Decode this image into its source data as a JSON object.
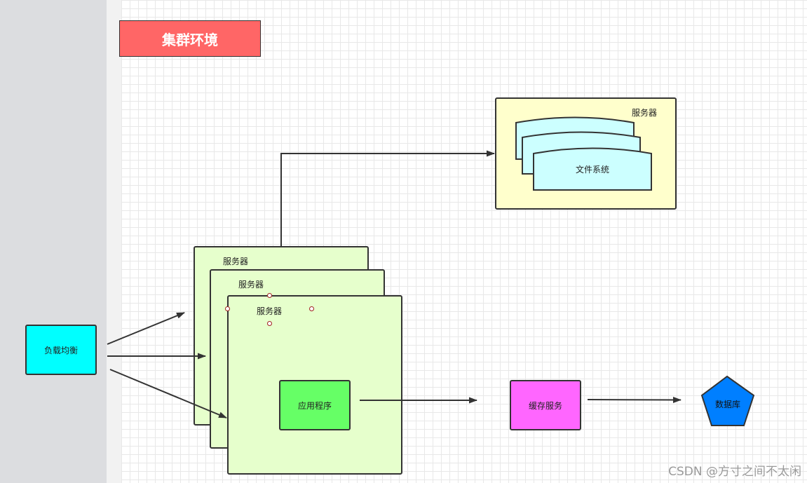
{
  "title": "集群环境",
  "load_balancer": "负载均衡",
  "servers": [
    "服务器",
    "服务器",
    "服务器"
  ],
  "app": "应用程序",
  "fs_server": {
    "label": "服务器",
    "filesystem": "文件系统"
  },
  "cache": "缓存服务",
  "database": "数据库",
  "watermark": "CSDN @方寸之间不太闲",
  "colors": {
    "title_fill": "#ff6666",
    "load_balancer_fill": "#00ffff",
    "server_fill": "#e6ffcc",
    "app_fill": "#66ff66",
    "fs_server_fill": "#ffffcc",
    "filesystem_fill": "#ccffff",
    "cache_fill": "#ff66ff",
    "database_fill": "#007fff"
  }
}
